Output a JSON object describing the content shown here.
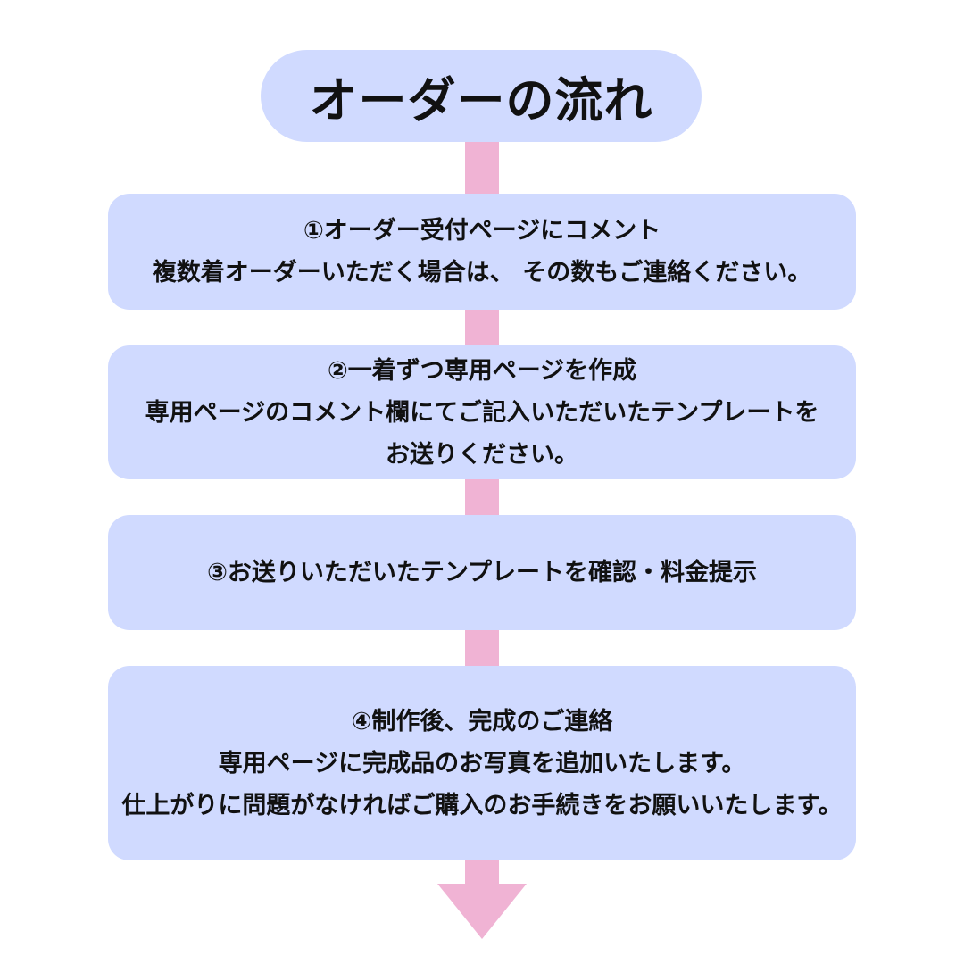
{
  "title": "オーダーの流れ",
  "steps": [
    {
      "heading": "①オーダー受付ページにコメント",
      "lines": [
        "複数着オーダーいただく場合は、 その数もご連絡ください。"
      ]
    },
    {
      "heading": "②一着ずつ専用ページを作成",
      "lines": [
        "専用ページのコメント欄にてご記入いただいたテンプレートを",
        "お送りください。"
      ]
    },
    {
      "heading": "③お送りいただいたテンプレートを確認・料金提示",
      "lines": []
    },
    {
      "heading": "④制作後、完成のご連絡",
      "lines": [
        "専用ページに完成品のお写真を追加いたします。",
        "仕上がりに問題がなければご購入のお手続きをお願いいたします。"
      ]
    }
  ],
  "colors": {
    "box_fill": "#d0daff",
    "connector": "#f0b3d4",
    "text": "#111111"
  }
}
